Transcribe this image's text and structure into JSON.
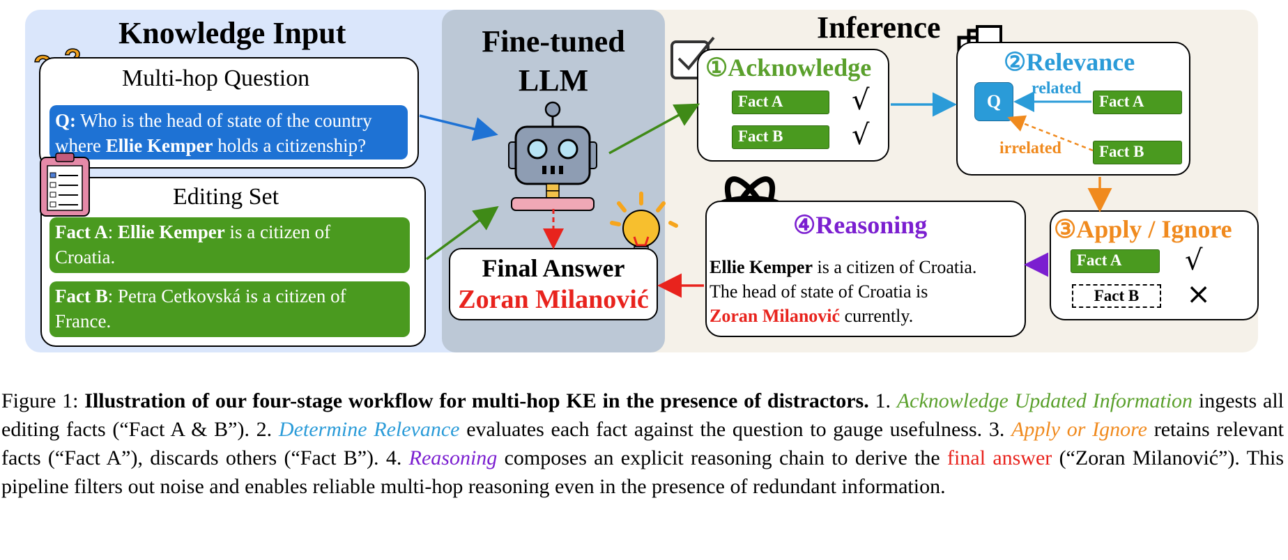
{
  "knowledge_input": {
    "title": "Knowledge Input",
    "multihop_label": "Multi-hop Question",
    "question_prefix": "Q:",
    "question_line1": "Who is the head of state of the country",
    "question_line2_a": "where ",
    "question_line2_bold": "Ellie Kemper",
    "question_line2_b": " holds a citizenship?",
    "editing_set_label": "Editing Set",
    "fact_a_label": "Fact A",
    "fact_a_sep": ": ",
    "fact_a_bold": "Ellie Kemper",
    "fact_a_rest1": " is a citizen of",
    "fact_a_rest2": "Croatia.",
    "fact_b_label": "Fact B",
    "fact_b_rest1": ": Petra Cetkovská is a citizen of",
    "fact_b_rest2": "France."
  },
  "llm": {
    "title_line1": "Fine-tuned",
    "title_line2": "LLM",
    "final_answer_label": "Final Answer",
    "final_answer_value": "Zoran Milanović"
  },
  "inference": {
    "title": "Inference",
    "acknowledge": {
      "title": "①Acknowledge",
      "fact_a": "Fact A",
      "fact_b": "Fact B",
      "mark": "√"
    },
    "relevance": {
      "title": "②Relevance",
      "q": "Q",
      "related": "related",
      "irrelated": "irrelated",
      "fact_a": "Fact A",
      "fact_b": "Fact B"
    },
    "apply": {
      "title": "③Apply / Ignore",
      "fact_a": "Fact A",
      "fact_b": "Fact B",
      "check": "√",
      "cross": "×"
    },
    "reasoning": {
      "title": "④Reasoning",
      "line1_bold": "Ellie Kemper",
      "line1_rest": " is a citizen of Croatia.",
      "line2": "The head of state of Croatia is",
      "line3_red": "Zoran Milanović",
      "line3_rest": " currently."
    }
  },
  "caption": {
    "prefix": "Figure 1: ",
    "bold": "Illustration of our four-stage workflow for multi-hop KE in the presence of distractors.",
    "s1_num": " 1. ",
    "s1_term": "Acknowledge Updated Information",
    "s1_text": " ingests all editing facts (“Fact A & B”). 2. ",
    "s2_term": "Determine Relevance",
    "s2_text": " evaluates each fact against the question to gauge usefulness. 3. ",
    "s3_term": "Apply or Ignore",
    "s3_text": " retains relevant facts (“Fact A”), discards others (“Fact B”). 4. ",
    "s4_term": "Reasoning",
    "s4_text": " composes an explicit reasoning chain to derive the ",
    "final_term": "final answer",
    "end_text": " (“Zoran Milanović”).  This pipeline filters out noise and enables reliable multi-hop reasoning even in the presence of redundant information."
  },
  "colors": {
    "input_bg": "#dae6fb",
    "llm_bg": "#bcc8d6",
    "inference_bg": "#f5f1e9",
    "question_blue": "#1e72d4",
    "fact_green": "#4a9a1f",
    "acknowledge_green": "#5aa02c",
    "relevance_blue": "#2a9bd8",
    "apply_orange": "#f08a1e",
    "reasoning_purple": "#7b1fd0",
    "answer_red": "#e8231d"
  }
}
